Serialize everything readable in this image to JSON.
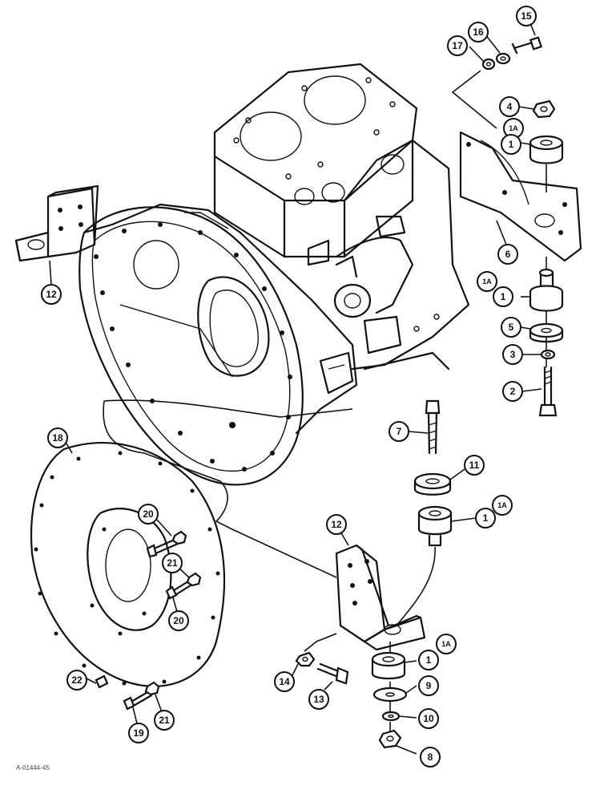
{
  "figure_id": "A-01444-45",
  "callouts": {
    "c1": "1",
    "c1a": "1A",
    "c2": "2",
    "c3": "3",
    "c4": "4",
    "c5": "5",
    "c6": "6",
    "c7": "7",
    "c8": "8",
    "c9": "9",
    "c10": "10",
    "c11": "11",
    "c12": "12",
    "c13": "13",
    "c14": "14",
    "c15": "15",
    "c16": "16",
    "c17": "17",
    "c18": "18",
    "c19": "19",
    "c20": "20",
    "c21": "21",
    "c22": "22"
  }
}
